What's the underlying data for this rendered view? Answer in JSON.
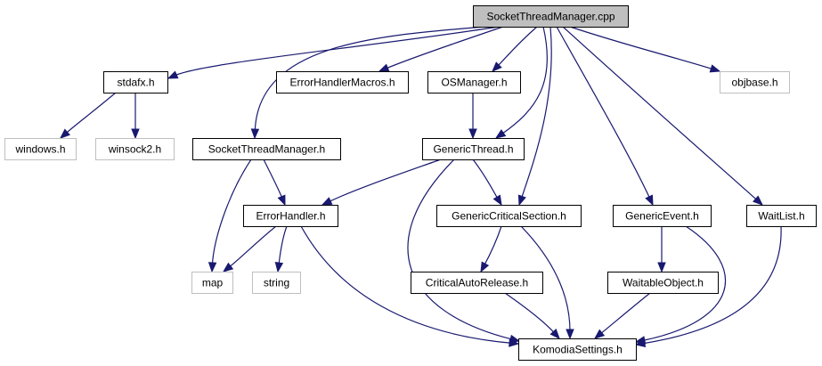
{
  "colors": {
    "edge": "#191970",
    "root_fill": "#bfbfbf",
    "node_fill": "#ffffff",
    "node_border": "#000000",
    "external_border": "#bfbfbf"
  },
  "nodes": [
    {
      "id": "root",
      "label": "SocketThreadManager.cpp",
      "kind": "root"
    },
    {
      "id": "stdafx",
      "label": "stdafx.h",
      "kind": "normal"
    },
    {
      "id": "errmacros",
      "label": "ErrorHandlerMacros.h",
      "kind": "normal"
    },
    {
      "id": "osmanager",
      "label": "OSManager.h",
      "kind": "normal"
    },
    {
      "id": "objbase",
      "label": "objbase.h",
      "kind": "external"
    },
    {
      "id": "windows",
      "label": "windows.h",
      "kind": "external"
    },
    {
      "id": "winsock2",
      "label": "winsock2.h",
      "kind": "external"
    },
    {
      "id": "stmh",
      "label": "SocketThreadManager.h",
      "kind": "normal"
    },
    {
      "id": "genthread",
      "label": "GenericThread.h",
      "kind": "normal"
    },
    {
      "id": "errhandler",
      "label": "ErrorHandler.h",
      "kind": "normal"
    },
    {
      "id": "gencrit",
      "label": "GenericCriticalSection.h",
      "kind": "normal"
    },
    {
      "id": "genevent",
      "label": "GenericEvent.h",
      "kind": "normal"
    },
    {
      "id": "waitlist",
      "label": "WaitList.h",
      "kind": "normal"
    },
    {
      "id": "map",
      "label": "map",
      "kind": "external"
    },
    {
      "id": "string",
      "label": "string",
      "kind": "external"
    },
    {
      "id": "critauto",
      "label": "CriticalAutoRelease.h",
      "kind": "normal"
    },
    {
      "id": "waitable",
      "label": "WaitableObject.h",
      "kind": "normal"
    },
    {
      "id": "komodia",
      "label": "KomodiaSettings.h",
      "kind": "normal"
    }
  ],
  "edges": [
    {
      "from": "root",
      "to": "stdafx"
    },
    {
      "from": "root",
      "to": "errmacros"
    },
    {
      "from": "root",
      "to": "osmanager"
    },
    {
      "from": "root",
      "to": "objbase"
    },
    {
      "from": "root",
      "to": "stmh"
    },
    {
      "from": "root",
      "to": "genthread"
    },
    {
      "from": "root",
      "to": "gencrit"
    },
    {
      "from": "root",
      "to": "genevent"
    },
    {
      "from": "root",
      "to": "waitlist"
    },
    {
      "from": "stdafx",
      "to": "windows"
    },
    {
      "from": "stdafx",
      "to": "winsock2"
    },
    {
      "from": "osmanager",
      "to": "genthread"
    },
    {
      "from": "stmh",
      "to": "errhandler"
    },
    {
      "from": "stmh",
      "to": "map"
    },
    {
      "from": "genthread",
      "to": "errhandler"
    },
    {
      "from": "genthread",
      "to": "gencrit"
    },
    {
      "from": "genthread",
      "to": "komodia"
    },
    {
      "from": "errhandler",
      "to": "map"
    },
    {
      "from": "errhandler",
      "to": "string"
    },
    {
      "from": "errhandler",
      "to": "komodia"
    },
    {
      "from": "gencrit",
      "to": "critauto"
    },
    {
      "from": "gencrit",
      "to": "komodia"
    },
    {
      "from": "critauto",
      "to": "komodia"
    },
    {
      "from": "genevent",
      "to": "waitable"
    },
    {
      "from": "genevent",
      "to": "komodia"
    },
    {
      "from": "waitable",
      "to": "komodia"
    },
    {
      "from": "waitlist",
      "to": "komodia"
    }
  ]
}
